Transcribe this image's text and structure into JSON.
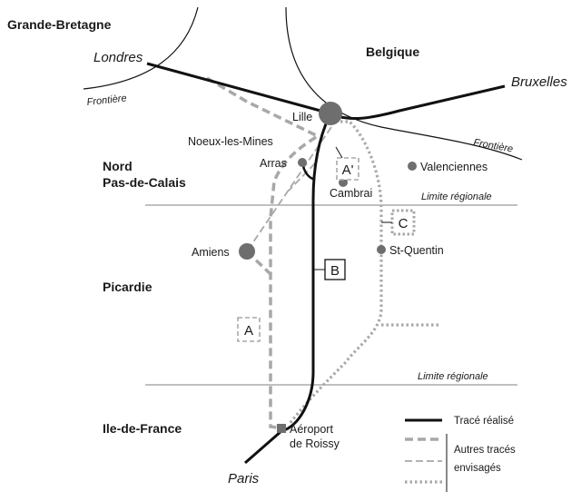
{
  "regions": {
    "gb": "Grande-Bretagne",
    "be": "Belgique",
    "npdc_1": "Nord",
    "npdc_2": "Pas-de-Calais",
    "picardie": "Picardie",
    "idf": "Ile-de-France"
  },
  "capitals": {
    "londres": "Londres",
    "bruxelles": "Bruxelles",
    "paris": "Paris"
  },
  "cities": {
    "lille": "Lille",
    "noeux": "Noeux-les-Mines",
    "arras": "Arras",
    "cambrai": "Cambrai",
    "valenciennes": "Valenciennes",
    "amiens": "Amiens",
    "st_quentin": "St-Quentin",
    "roissy_1": "Aéroport",
    "roissy_2": "de Roissy"
  },
  "boundaries": {
    "frontiere_left": "Frontière",
    "frontiere_right": "Frontière",
    "limite_1": "Limite régionale",
    "limite_2": "Limite régionale"
  },
  "route_labels": {
    "a": "A",
    "a_prime": "A'",
    "b": "B",
    "c": "C"
  },
  "legend": {
    "realise": "Tracé réalisé",
    "autres_1": "Autres tracés",
    "autres_2": "envisagés"
  },
  "colors": {
    "realise": "#111111",
    "envisage": "#a8a8a8",
    "city_dot": "#6e6e6e",
    "limit_line": "#9a9a9a"
  }
}
